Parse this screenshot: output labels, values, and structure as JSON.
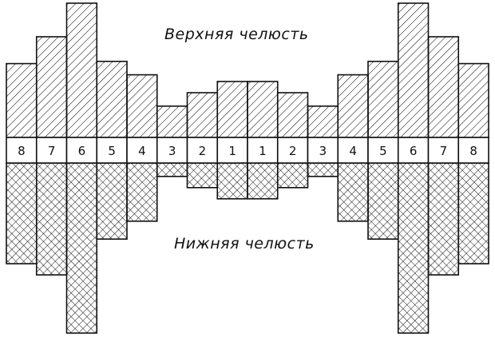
{
  "labels": {
    "upper_jaw": "Верхняя челюсть",
    "lower_jaw": "Нижняя челюсть"
  },
  "chart_data": {
    "type": "bar",
    "categories": [
      "8",
      "7",
      "6",
      "5",
      "4",
      "3",
      "2",
      "1",
      "1",
      "2",
      "3",
      "4",
      "5",
      "6",
      "7",
      "8"
    ],
    "series": [
      {
        "values": [
          3.3,
          4.5,
          6.0,
          3.4,
          2.8,
          1.4,
          2.0,
          2.5,
          2.5,
          2.0,
          1.4,
          2.8,
          3.4,
          6.0,
          4.5,
          3.3
        ]
      },
      {
        "values": [
          4.5,
          5.0,
          7.6,
          3.4,
          2.6,
          0.6,
          1.1,
          1.6,
          1.6,
          1.1,
          0.6,
          2.6,
          3.4,
          7.6,
          5.0,
          4.5
        ]
      }
    ],
    "colors": {
      "line": "#111111",
      "background": "#ffffff"
    }
  }
}
